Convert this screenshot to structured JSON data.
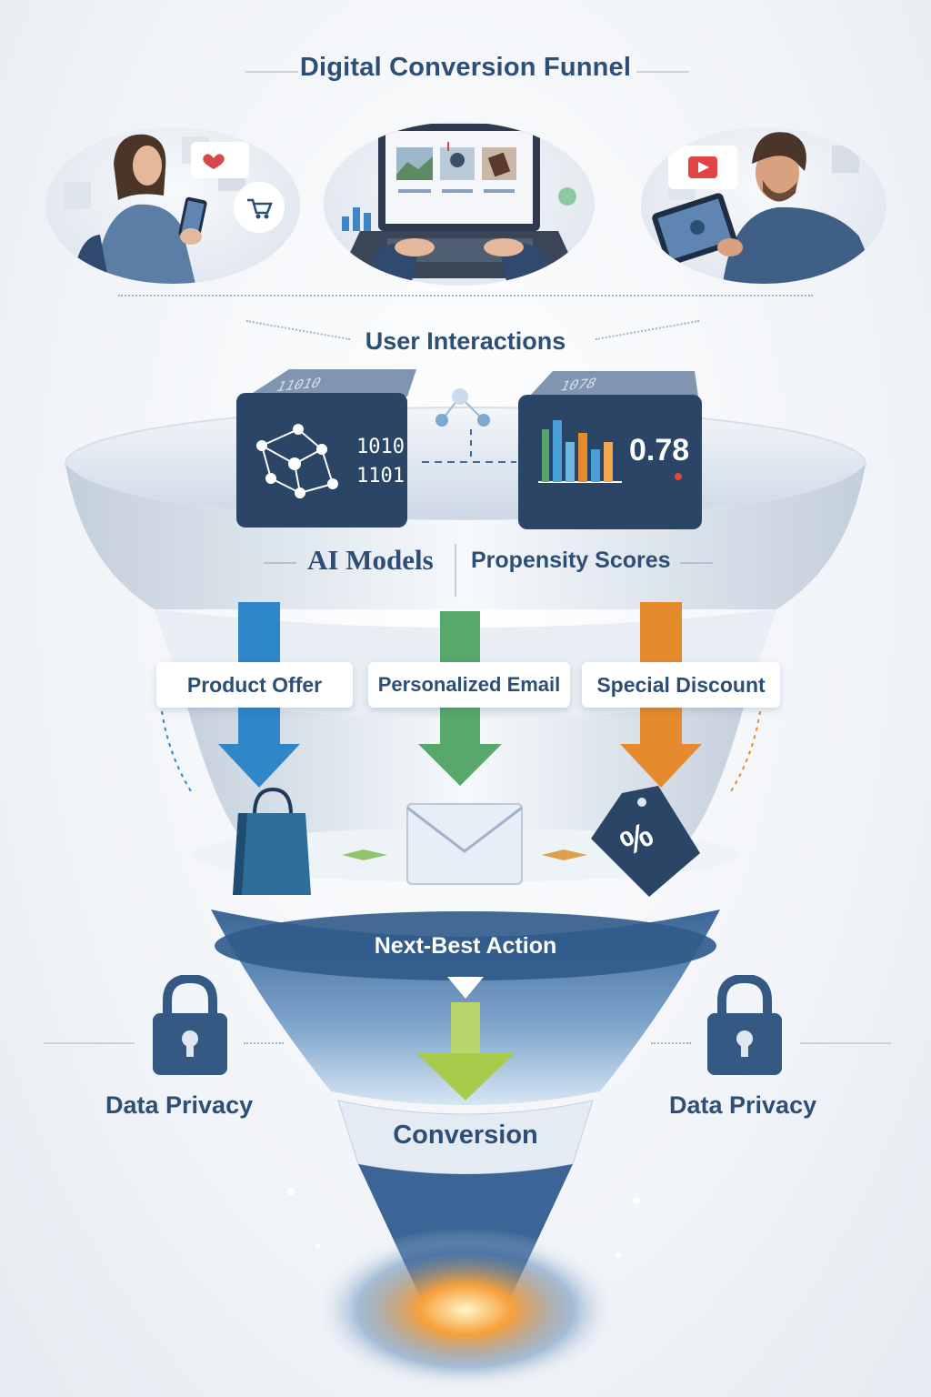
{
  "header": {
    "title": "Digital Conversion Funnel"
  },
  "interactions": {
    "label": "User Interactions"
  },
  "models": {
    "ai_label": "AI Models",
    "propensity_label": "Propensity Scores",
    "binary_line1": "1010",
    "binary_line2": "1101",
    "cube_top_left": "11010",
    "cube_top_right": "1078",
    "score_value": "0.78"
  },
  "actions": {
    "product_offer": "Product Offer",
    "personalized_email": "Personalized Email",
    "special_discount": "Special Discount",
    "discount_symbol": "%"
  },
  "funnel": {
    "next_best_action": "Next-Best Action",
    "conversion": "Conversion"
  },
  "privacy": {
    "left_label": "Data Privacy",
    "right_label": "Data Privacy"
  },
  "colors": {
    "navy": "#2d4e75",
    "blue_arrow": "#2f86c9",
    "green_arrow": "#58a86b",
    "orange_arrow": "#e68a2e"
  }
}
